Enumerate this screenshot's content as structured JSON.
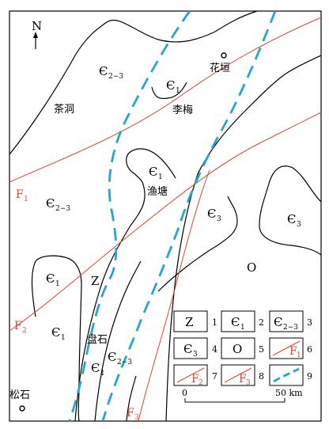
{
  "north": {
    "label": "N"
  },
  "places": {
    "huayuan": "花垣",
    "chadong": "茶洞",
    "limei": "李梅",
    "yutang": "渔塘",
    "panshi": "盘石",
    "songshi": "松石"
  },
  "units": {
    "c23": {
      "base": "Є",
      "sub": "2−3"
    },
    "c1": {
      "base": "Є",
      "sub": "1"
    },
    "c3": {
      "base": "Є",
      "sub": "3"
    },
    "z": "Z",
    "o": "O"
  },
  "faults": {
    "f1": {
      "base": "F",
      "sub": "1"
    },
    "f2": {
      "base": "F",
      "sub": "2"
    },
    "f3": {
      "base": "F",
      "sub": "3"
    }
  },
  "legend": {
    "items": [
      {
        "symbol": "Z",
        "number": "1"
      },
      {
        "symbol": "Є₁",
        "number": "2"
      },
      {
        "symbol": "Є₂₋₃",
        "number": "3"
      },
      {
        "symbol": "Є₃",
        "number": "4"
      },
      {
        "symbol": "O",
        "number": "5"
      },
      {
        "symbol": "F₁",
        "number": "6"
      },
      {
        "symbol": "F₂",
        "number": "7"
      },
      {
        "symbol": "F₃",
        "number": "8"
      },
      {
        "symbol": "vein",
        "number": "9"
      }
    ]
  },
  "scale": {
    "start": "0",
    "end": "50 km"
  },
  "colors": {
    "fault": "#e0452a",
    "vein": "#1da8d8"
  }
}
